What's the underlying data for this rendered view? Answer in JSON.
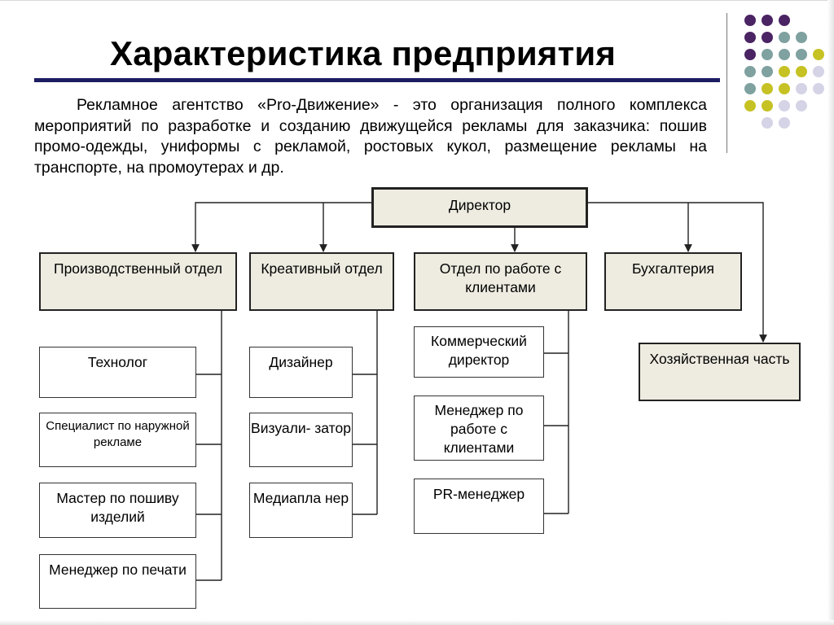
{
  "title": "Характеристика предприятия",
  "intro": "Рекламное агентство «Pro-Движение» - это организация полного комплекса мероприятий по разработке и созданию движущейся рекламы для заказчика: пошив промо-одежды, униформы с рекламой, ростовых кукол, размещение рекламы на транспорте, на промоутерах и др.",
  "colors": {
    "purple": "#4b2463",
    "teal": "#7fa1a0",
    "yellow": "#c6c224",
    "lilac": "#d5d3e6",
    "fill": "#eeece1",
    "rule": "#1d1d63"
  },
  "org": {
    "director": "Директор",
    "departments": {
      "production": {
        "label": "Производственный отдел",
        "staff": [
          "Технолог",
          "Специалист по наружной рекламе",
          "Мастер по пошиву изделий",
          "Менеджер по печати"
        ]
      },
      "creative": {
        "label": "Креативный отдел",
        "staff": [
          "Дизайнер",
          "Визуали- затор",
          "Медиапла нер"
        ]
      },
      "clients": {
        "label": "Отдел по работе с клиентами",
        "staff": [
          "Коммерческий директор",
          "Менеджер по работе с клиентами",
          "PR-менеджер"
        ]
      },
      "accounting": {
        "label": "Бухгалтерия"
      }
    },
    "household": "Хозяйственная часть"
  }
}
